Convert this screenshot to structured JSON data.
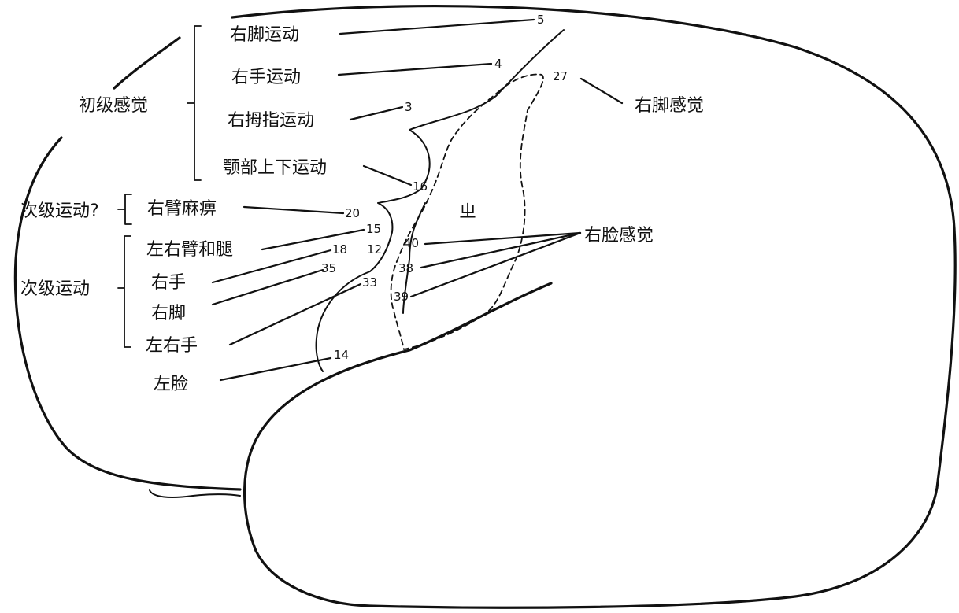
{
  "brackets": {
    "primary": "初级感觉",
    "secondary_q": "次级运动?",
    "secondary": "次级运动"
  },
  "labels": {
    "right_foot_motor": "右脚运动",
    "right_hand_motor": "右手运动",
    "right_thumb_motor": "右拇指运动",
    "jaw_motor": "颚部上下运动",
    "right_arm_numb": "右臂麻痹",
    "both_arms_legs": "左右臂和腿",
    "right_hand": "右手",
    "right_foot": "右脚",
    "both_hands": "左右手",
    "left_face": "左脸",
    "right_foot_sensation": "右脚感觉",
    "right_face_sensation": "右脸感觉",
    "center_char": "ㄓ"
  },
  "points": {
    "p5": "5",
    "p4": "4",
    "p3": "3",
    "p27": "27",
    "p16": "16",
    "p20": "20",
    "p15": "15",
    "p18": "18",
    "p12": "12",
    "p40": "40",
    "p35": "35",
    "p38": "38",
    "p33": "33",
    "p39": "39",
    "p14": "14"
  }
}
